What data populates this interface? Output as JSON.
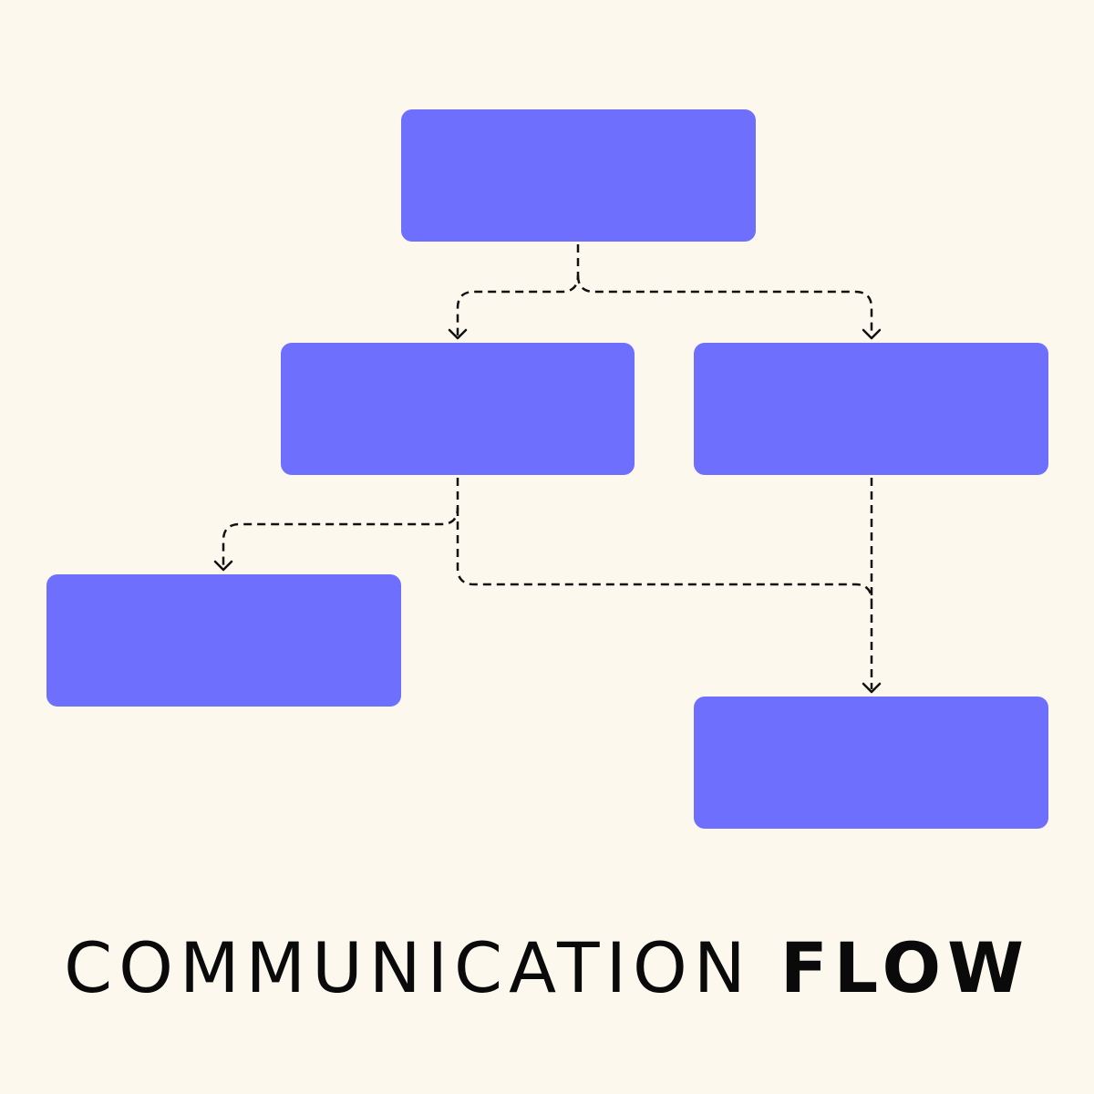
{
  "title": {
    "light": "COMMUNICATION",
    "bold": "FLOW"
  },
  "colors": {
    "background": "#fcf8ee",
    "node": "#6f6ffe",
    "connector": "#111111",
    "text": "#0a0a0a"
  },
  "diagram": {
    "nodes": [
      "top",
      "mid-left",
      "mid-right",
      "bottom-left",
      "bottom-right"
    ],
    "edges": [
      {
        "from": "top",
        "to": "mid-left",
        "style": "dashed"
      },
      {
        "from": "top",
        "to": "mid-right",
        "style": "dashed"
      },
      {
        "from": "mid-left",
        "to": "bottom-left",
        "style": "dashed"
      },
      {
        "from": "mid-left",
        "to": "bottom-right",
        "style": "dashed"
      },
      {
        "from": "mid-right",
        "to": "bottom-right",
        "style": "dashed"
      }
    ]
  }
}
